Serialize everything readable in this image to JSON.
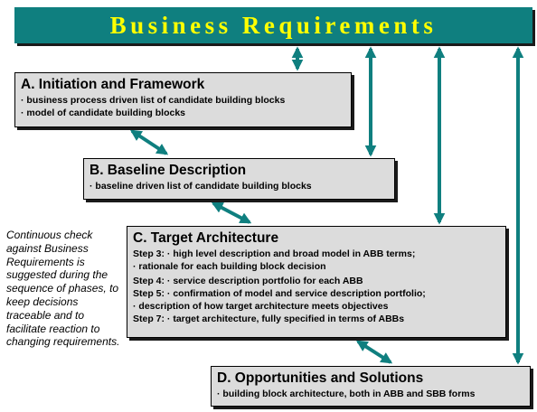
{
  "banner": {
    "title": "Business Requirements"
  },
  "phases": {
    "a": {
      "title": "A. Initiation and Framework",
      "lines": [
        "· business process driven list of candidate building blocks",
        "· model of candidate building blocks"
      ]
    },
    "b": {
      "title": "B. Baseline Description",
      "lines": [
        "· baseline driven list of candidate building blocks"
      ]
    },
    "c": {
      "title": "C. Target Architecture",
      "lines": [
        "Step 3: · high level description and broad model in ABB terms;",
        "· rationale for each building block decision",
        "Step 4:  · service description portfolio for each ABB",
        "Step 5: · confirmation of model and service description portfolio;",
        "· description of how target architecture meets objectives",
        "Step 7: · target architecture, fully specified in terms of ABBs"
      ]
    },
    "d": {
      "title": "D. Opportunities and Solutions",
      "lines": [
        "· building block architecture, both in ABB and SBB forms"
      ]
    }
  },
  "note": {
    "text": "Continuous check against Business Requirements is suggested during the sequence of phases, to keep decisions traceable and to facilitate reaction to changing requirements."
  },
  "colors": {
    "banner_bg": "#0f7f7f",
    "banner_text": "#ffff00",
    "arrow": "#0f7f7f",
    "box_bg": "#dcdcdc"
  }
}
